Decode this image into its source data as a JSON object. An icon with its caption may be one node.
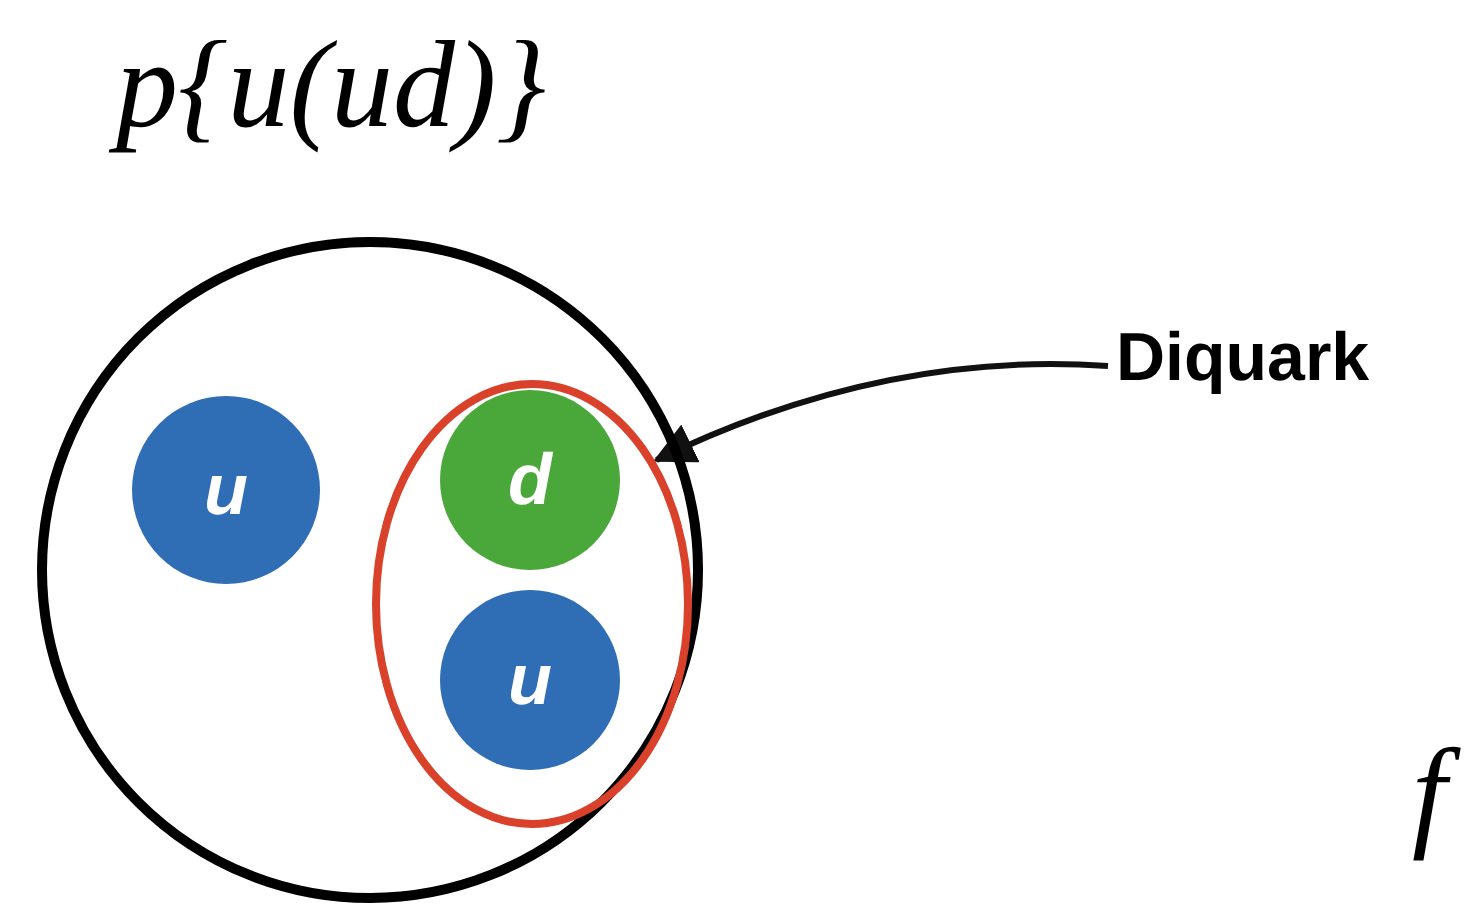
{
  "diagram": {
    "nodes": [
      {
        "text": [
          "p{u(ud)}"
        ]
      },
      {
        "text": [
          "u"
        ],
        "in": 0
      },
      {
        "text": [],
        "shape": "ellipse",
        "in": 0
      },
      {
        "text": [
          "d"
        ],
        "in": 2
      },
      {
        "text": [
          "u"
        ],
        "in": 2
      },
      {
        "text": [
          "Diquark"
        ]
      }
    ],
    "edges": [
      {
        "from": 5,
        "to": 2,
        "arrow": "to"
      }
    ],
    "labels": [
      "f"
    ]
  }
}
